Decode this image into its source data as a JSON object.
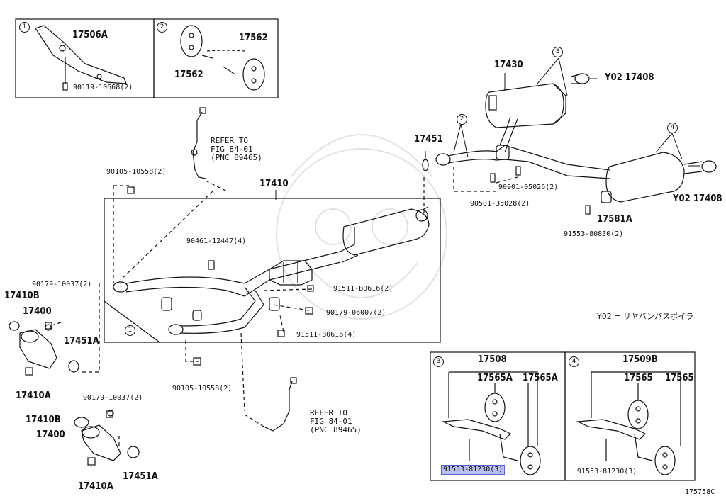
{
  "inset1": {
    "circle": "1",
    "part_bracket": "17506A",
    "bolt": "90119-10668(2)"
  },
  "inset2": {
    "circle": "2",
    "hanger_a": "17562",
    "hanger_b": "17562"
  },
  "inset3": {
    "circle": "3",
    "assembly": "17508",
    "hanger_a": "17565A",
    "hanger_b": "17565A",
    "bolt": "91553-81230(3)"
  },
  "inset4": {
    "circle": "4",
    "assembly": "17509B",
    "hanger_a": "17565",
    "hanger_b": "17565",
    "bolt": "91553-81230(3)"
  },
  "main": {
    "pipe_assy": "17410",
    "gasket_17451": "17451",
    "muffler_17430": "17430",
    "tail_a": "Y02 17408",
    "tail_b": "Y02 17408",
    "circle1": "1",
    "circle2": "2",
    "circle3": "3",
    "circle4": "4",
    "part_90901": "90901-05026(2)",
    "part_90501": "90501-35028(2)",
    "part_17581A": "17581A",
    "part_91553_80830": "91553-80830(2)",
    "part_90105_top": "90105-10558(2)",
    "part_90105_bot": "90105-10558(2)",
    "part_90461": "90461-12447(4)",
    "part_91511_2": "91511-B0616(2)",
    "part_90179_06007": "90179-06007(2)",
    "part_91511_4": "91511-B0616(4)",
    "part_90179_10037_a": "90179-10037(2)",
    "part_90179_10037_b": "90179-10037(2)",
    "left_17410B_a": "17410B",
    "left_17400_a": "17400",
    "left_17451A_a": "17451A",
    "left_17410A_a": "17410A",
    "left_17410B_b": "17410B",
    "left_17400_b": "17400",
    "left_17451A_b": "17451A",
    "left_17410A_b": "17410A",
    "refer_top": "REFER TO\nFIG 84-01\n(PNC 89465)",
    "refer_bot": "REFER TO\nFIG 84-01\n(PNC 89465)",
    "legend": "Y02 = リヤバンパスポイラ",
    "figure_code": "175758C"
  }
}
